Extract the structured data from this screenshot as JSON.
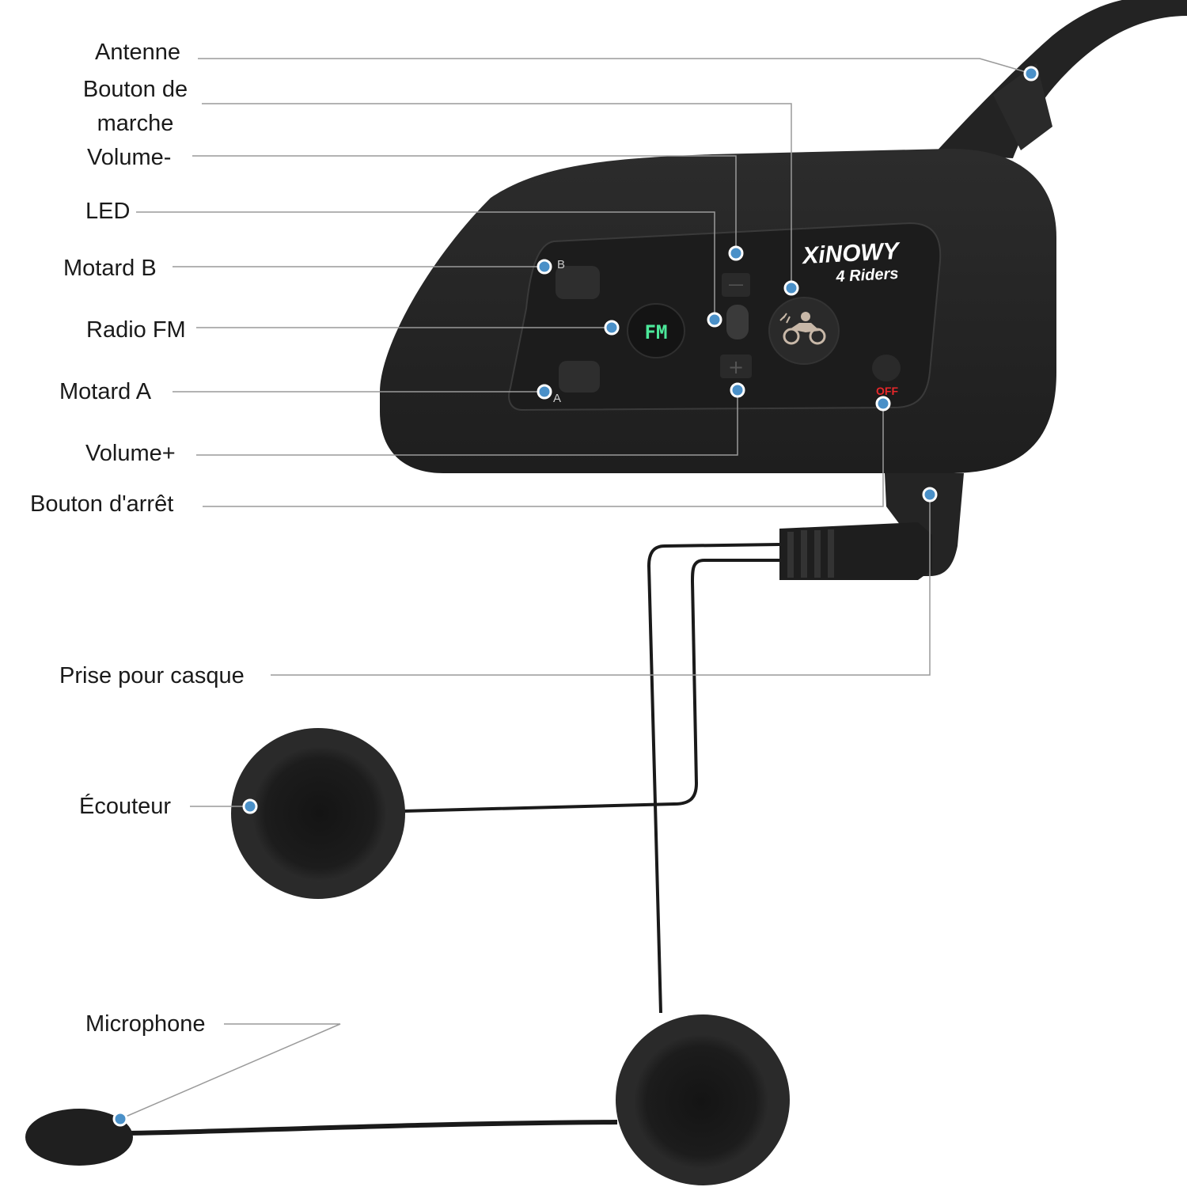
{
  "labels": {
    "antenne": "Antenne",
    "bouton_marche": "Bouton de marche",
    "volume_minus": "Volume-",
    "led": "LED",
    "motard_b": "Motard B",
    "radio_fm": "Radio FM",
    "motard_a": "Motard A",
    "volume_plus": "Volume+",
    "bouton_arret": "Bouton d'arrêt",
    "prise_casque": "Prise pour casque",
    "ecouteur": "Écouteur",
    "microphone": "Microphone"
  },
  "device": {
    "brand": "XiNOWY",
    "model": "4 Riders",
    "fm_button": "FM",
    "key_b": "B",
    "key_a": "A",
    "off_text": "OFF",
    "minus_glyph": "—",
    "plus_glyph": "+"
  },
  "colors": {
    "callout_dot": "#4a90c8",
    "callout_line": "#9a9a9a",
    "device_body": "#232323",
    "fm_text": "#4ce89a",
    "off_text": "#e8272a",
    "brand_accent": "#e8272a"
  }
}
